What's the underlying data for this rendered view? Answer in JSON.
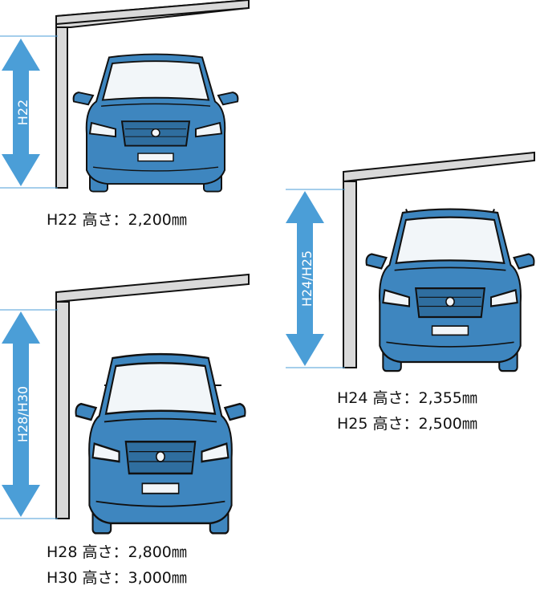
{
  "colors": {
    "arrow": "#4b9ed7",
    "car_body": "#3e86bf",
    "car_glass": "#f2f6f9",
    "car_outline": "#111111",
    "structure_fill": "#d9d9d9",
    "structure_stroke": "#111111",
    "guide_line": "#4b9ed7"
  },
  "panels": [
    {
      "id": "h22",
      "arrow_label": "H22",
      "lines": [
        "H22 高さ：2,200㎜"
      ],
      "vehicle": "sedan"
    },
    {
      "id": "h24-h25",
      "arrow_label": "H24/H25",
      "lines": [
        "H24 高さ：2,355㎜",
        "H25 高さ：2,500㎜"
      ],
      "vehicle": "suv"
    },
    {
      "id": "h28-h30",
      "arrow_label": "H28/H30",
      "lines": [
        "H28 高さ：2,800㎜",
        "H30 高さ：3,000㎜"
      ],
      "vehicle": "van-with-roof-box"
    }
  ]
}
